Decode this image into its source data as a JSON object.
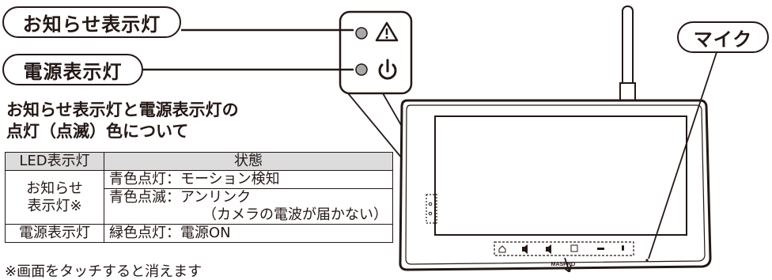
{
  "labels": {
    "notice_led": "お知らせ表示灯",
    "power_led": "電源表示灯",
    "microphone": "マイク"
  },
  "heading": {
    "line1": "お知らせ表示灯と電源表示灯の",
    "line2": "点灯（点滅）色について"
  },
  "table": {
    "headers": [
      "LED表示灯",
      "状態"
    ],
    "notice_led_name_line1": "お知らせ",
    "notice_led_name_line2": "表示灯※",
    "notice_state_1": "青色点灯：モーション検知",
    "notice_state_2_line1": "青色点滅：アンリンク",
    "notice_state_2_line2": "（カメラの電波が届かない）",
    "power_led_name": "電源表示灯",
    "power_state": "緑色点灯：電源ON"
  },
  "footnote": "※画面をタッチすると消えます",
  "device": {
    "brand": "MASPRO"
  },
  "icons": {
    "warning": "warning-triangle-icon",
    "power": "power-icon",
    "home": "home-icon",
    "volume_up": "volume-up-icon",
    "volume_down": "volume-down-icon",
    "grid": "grid-icon",
    "record": "rec-icon",
    "mic": "microphone-icon"
  },
  "colors": {
    "line": "#231815",
    "led_gray": "#a9a9a9",
    "header_fill": "#dcdcdc"
  }
}
